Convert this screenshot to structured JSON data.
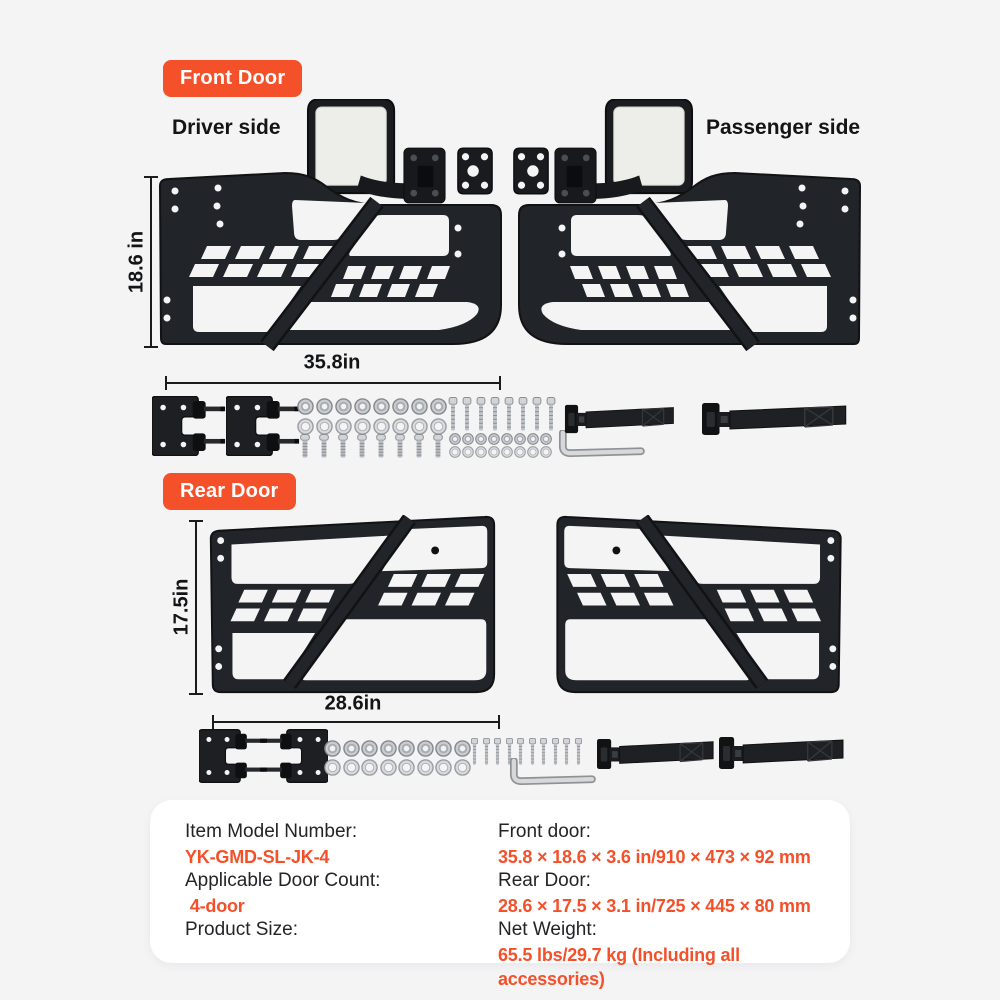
{
  "colors": {
    "accent": "#f4502a",
    "background": "#f4f4f5",
    "panel": "#ffffff"
  },
  "front": {
    "badge": "Front Door",
    "driver_side": "Driver side",
    "passenger_side": "Passenger side",
    "height": "18.6 in",
    "width": "35.8in"
  },
  "rear": {
    "badge": "Rear Door",
    "height": "17.5in",
    "width": "28.6in"
  },
  "specs": {
    "left": [
      {
        "label": "Item Model Number:",
        "value": "YK-GMD-SL-JK-4"
      },
      {
        "label": "Applicable Door Count:",
        "value": " 4-door"
      },
      {
        "label": "Product Size:",
        "value": ""
      }
    ],
    "right": [
      {
        "label": "Front door:",
        "value": "35.8 × 18.6 × 3.6 in/910 × 473 × 92 mm"
      },
      {
        "label": "Rear Door:",
        "value": "28.6 × 17.5 × 3.1 in/725 × 445 × 80 mm"
      },
      {
        "label": "Net Weight:",
        "value": "65.5 lbs/29.7 kg (Including all accessories)"
      }
    ]
  }
}
